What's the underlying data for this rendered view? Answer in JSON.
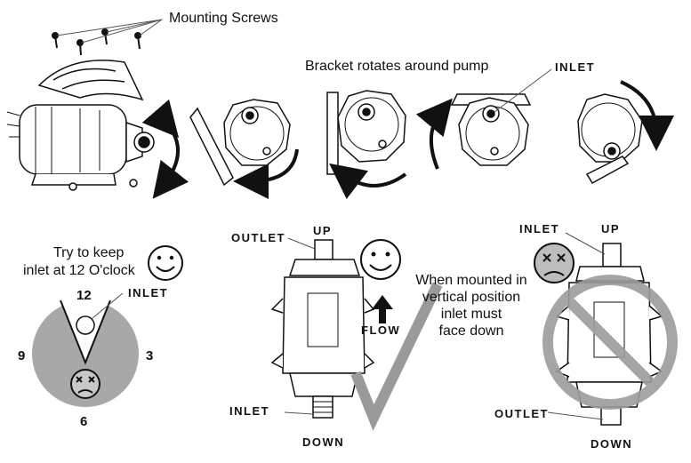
{
  "labels": {
    "mounting_screws": "Mounting Screws",
    "bracket_rotates": "Bracket rotates around pump",
    "inlet_top": "INLET",
    "try_keep_line1": "Try to keep",
    "try_keep_line2": "inlet at 12 O'clock",
    "inlet_clock": "INLET",
    "clock_12": "12",
    "clock_3": "3",
    "clock_6": "6",
    "clock_9": "9",
    "outlet_center": "OUTLET",
    "up_center": "UP",
    "flow": "FLOW",
    "inlet_center": "INLET",
    "down_center": "DOWN",
    "vertical_note_l1": "When mounted in",
    "vertical_note_l2": "vertical position",
    "vertical_note_l3": "inlet must",
    "vertical_note_l4": "face down",
    "inlet_right": "INLET",
    "up_right": "UP",
    "outlet_right": "OUTLET",
    "down_right": "DOWN"
  },
  "colors": {
    "line": "#1a1a1a",
    "gray_fill": "#a8a8a8",
    "light_gray": "#c8c8c8",
    "check": "#9a9a9a",
    "prohibit": "#9c9c9c"
  },
  "icons": {
    "smiley": "smiley-face-icon",
    "frown": "frowning-face-icon",
    "check": "checkmark-icon",
    "prohibit": "prohibited-icon",
    "arrow": "flow-up-arrow-icon"
  }
}
